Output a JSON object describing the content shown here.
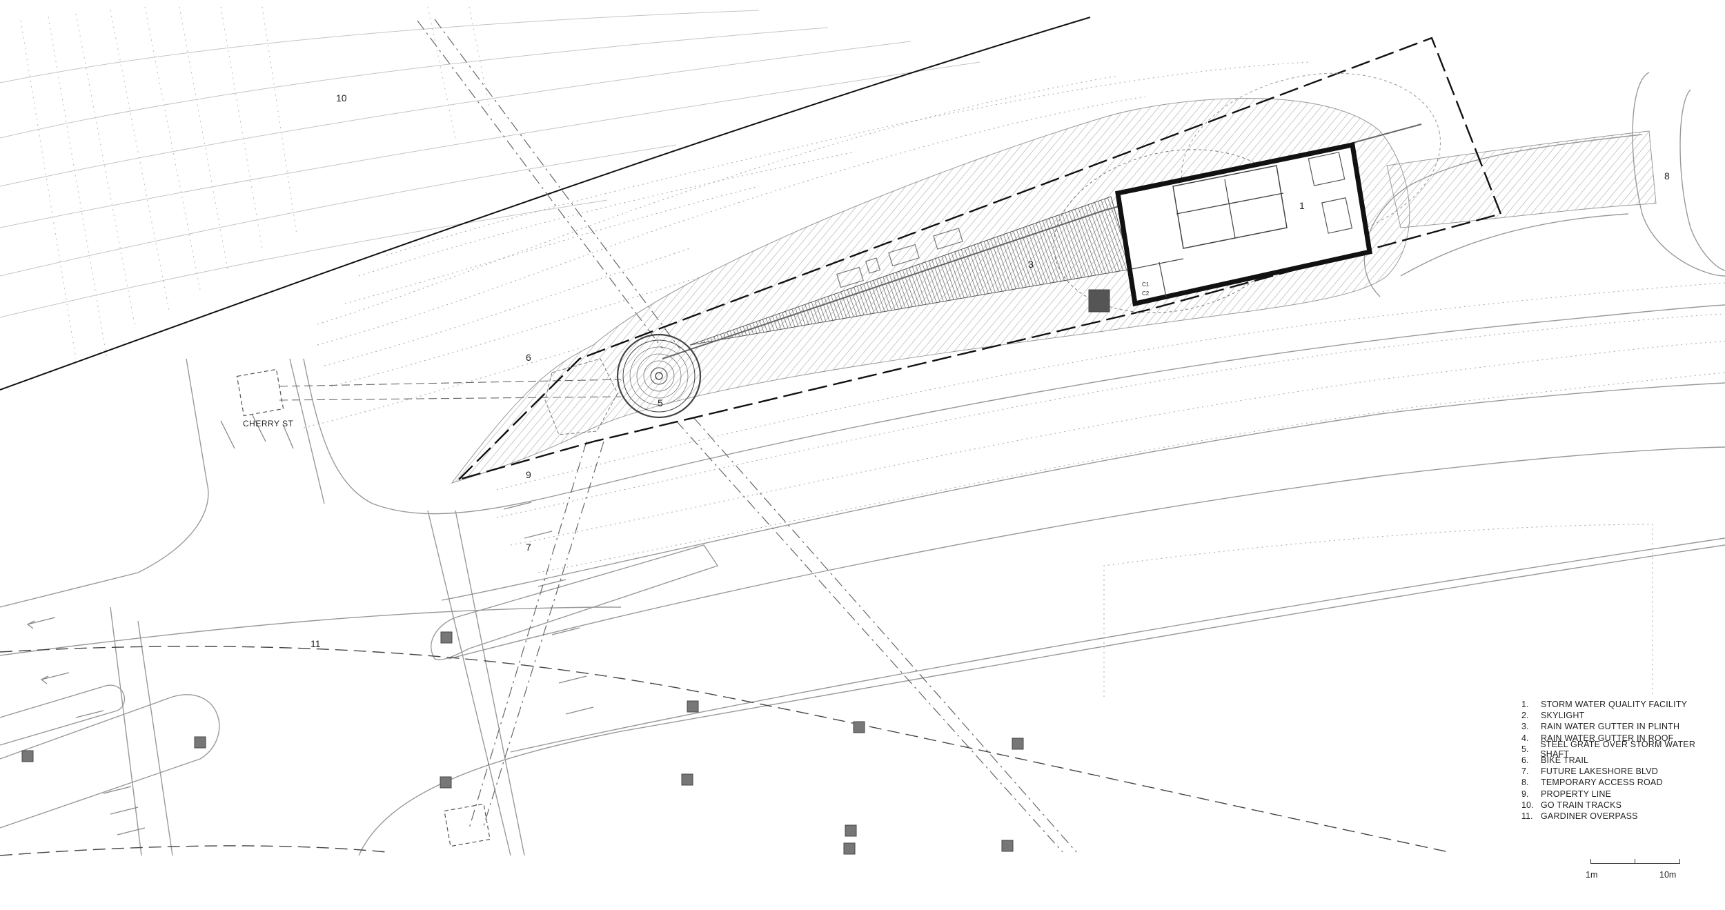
{
  "plan": {
    "labels": {
      "n1": "1",
      "n3": "3",
      "n5": "5",
      "n6": "6",
      "n7": "7",
      "n8": "8",
      "n9": "9",
      "n10": "10",
      "n11": "11",
      "street": "CHERRY ST",
      "c1": "C1",
      "c2": "C2"
    },
    "colors": {
      "ink": "#222222",
      "light_line": "#9a9a9a",
      "hatch": "#b0b0b0",
      "gutter_fill": "#7a7a7a",
      "tree_block": "#777777"
    }
  },
  "legend": {
    "items": [
      {
        "num": "1.",
        "text": "STORM WATER QUALITY FACILITY"
      },
      {
        "num": "2.",
        "text": "SKYLIGHT"
      },
      {
        "num": "3.",
        "text": "RAIN WATER GUTTER IN PLINTH"
      },
      {
        "num": "4.",
        "text": "RAIN WATER GUTTER IN ROOF"
      },
      {
        "num": "5.",
        "text": "STEEL GRATE OVER STORM WATER SHAFT"
      },
      {
        "num": "6.",
        "text": "BIKE TRAIL"
      },
      {
        "num": "7.",
        "text": "FUTURE LAKESHORE BLVD"
      },
      {
        "num": "8.",
        "text": "TEMPORARY ACCESS ROAD"
      },
      {
        "num": "9.",
        "text": "PROPERTY LINE"
      },
      {
        "num": "10.",
        "text": "GO TRAIN TRACKS"
      },
      {
        "num": "11.",
        "text": "GARDINER OVERPASS"
      }
    ]
  },
  "scale": {
    "left": "1m",
    "right": "10m"
  }
}
